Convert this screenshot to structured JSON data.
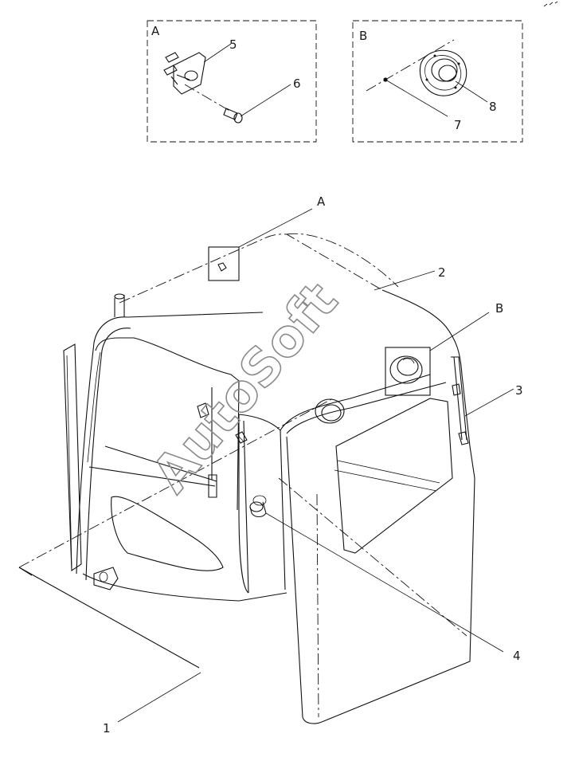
{
  "detail_boxes": [
    {
      "id": "detail-a",
      "label": "A"
    },
    {
      "id": "detail-b",
      "label": "B"
    }
  ],
  "callouts": {
    "c1": "1",
    "c2": "2",
    "c3": "3",
    "c4": "4",
    "c5": "5",
    "c6": "6",
    "c7": "7",
    "c8": "8",
    "cA": "A",
    "cB": "B"
  },
  "watermark": "AutoSoft"
}
